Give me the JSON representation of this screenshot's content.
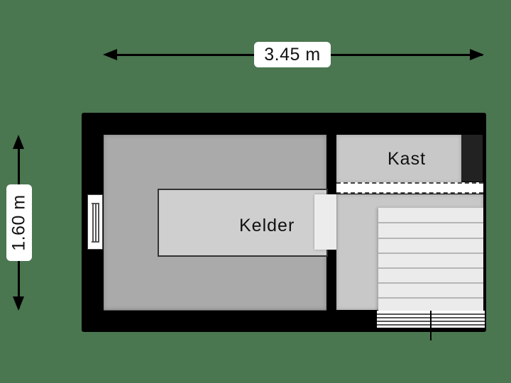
{
  "floorplan": {
    "dimensions": {
      "width_label": "3.45 m",
      "height_label": "1.60 m"
    },
    "rooms": [
      {
        "name": "Kelder"
      },
      {
        "name": "Kast"
      }
    ],
    "colors": {
      "background": "#4a7650",
      "walls": "#000000",
      "kelder_floor": "#aaaaaa",
      "room_floor": "#c8c8c8",
      "furniture": "#cfcfcf",
      "stairs": "#ebebeb"
    },
    "stairs": {
      "steps": 6
    }
  }
}
